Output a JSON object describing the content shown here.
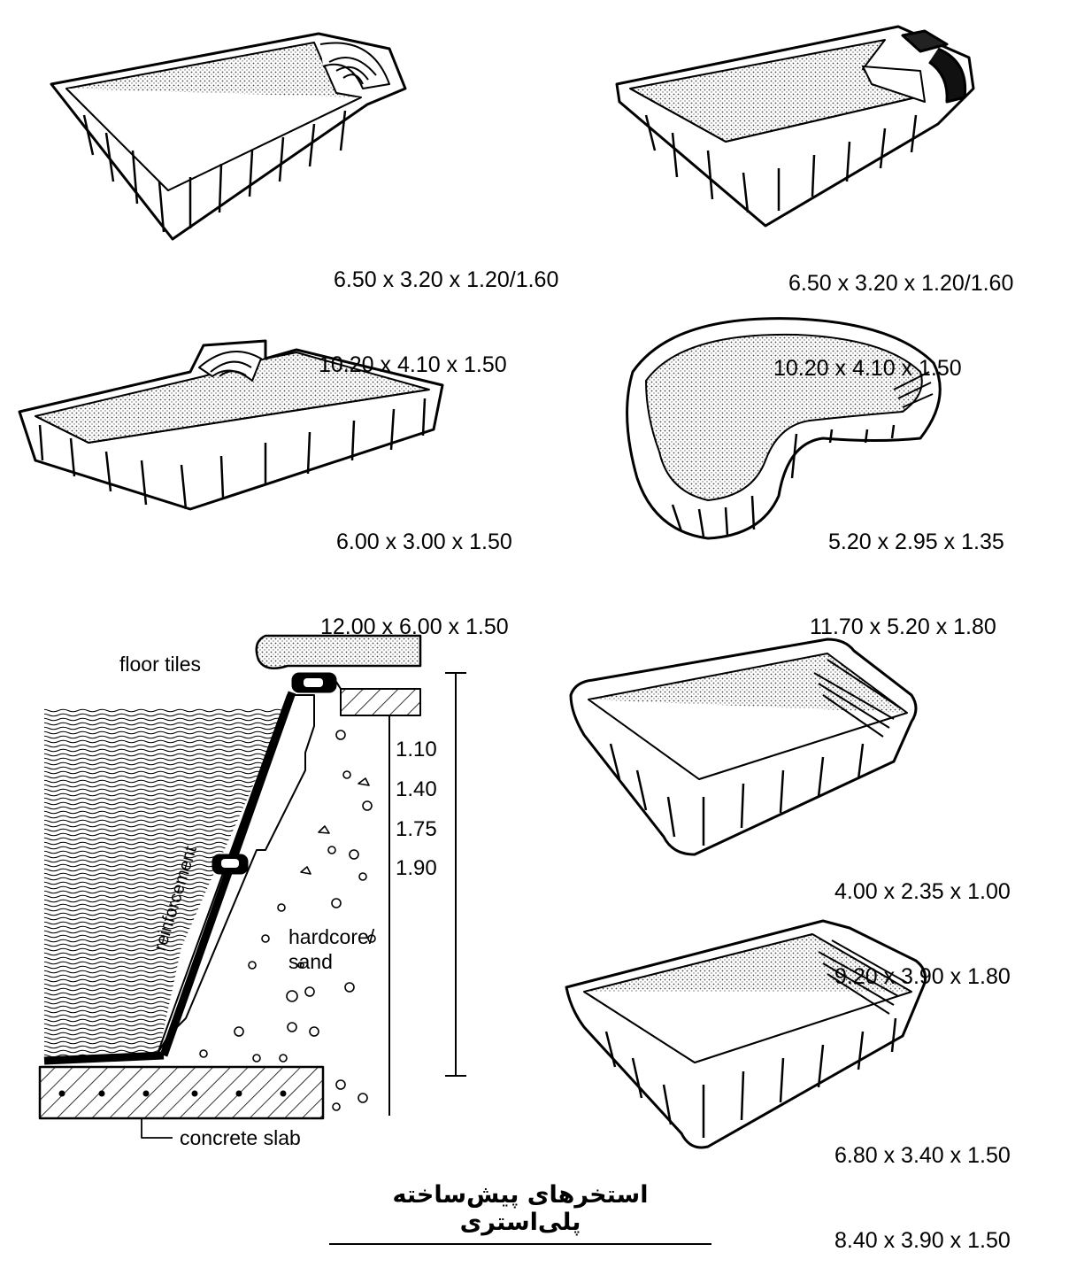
{
  "pools": [
    {
      "lines": [
        "6.50 x 3.20 x 1.20/1.60",
        "10.20 x 4.10 x 1.50"
      ]
    },
    {
      "lines": [
        "6.50 x 3.20 x 1.20/1.60",
        "10.20 x 4.10 x 1.50"
      ]
    },
    {
      "lines": [
        "6.00 x 3.00 x 1.50",
        "12.00 x 6.00 x 1.50"
      ]
    },
    {
      "lines": [
        "5.20 x 2.95 x 1.35",
        "11.70 x 5.20 x 1.80"
      ]
    },
    {
      "lines": [
        "4.00 x 2.35 x 1.00",
        "9.20 x 3.90 x 1.80"
      ]
    },
    {
      "lines": [
        "6.80 x 3.40 x 1.50",
        "8.40 x 3.90 x 1.50"
      ]
    }
  ],
  "section": {
    "labels": {
      "floor_tiles": "floor tiles",
      "reinforcement": "reinforcement",
      "hardcore": "hardcore/",
      "sand": "sand",
      "concrete_slab": "concrete slab"
    },
    "depths": [
      "1.10",
      "1.40",
      "1.75",
      "1.90"
    ]
  },
  "caption": "استخرهای پیش‌ساخته پلی‌استری"
}
